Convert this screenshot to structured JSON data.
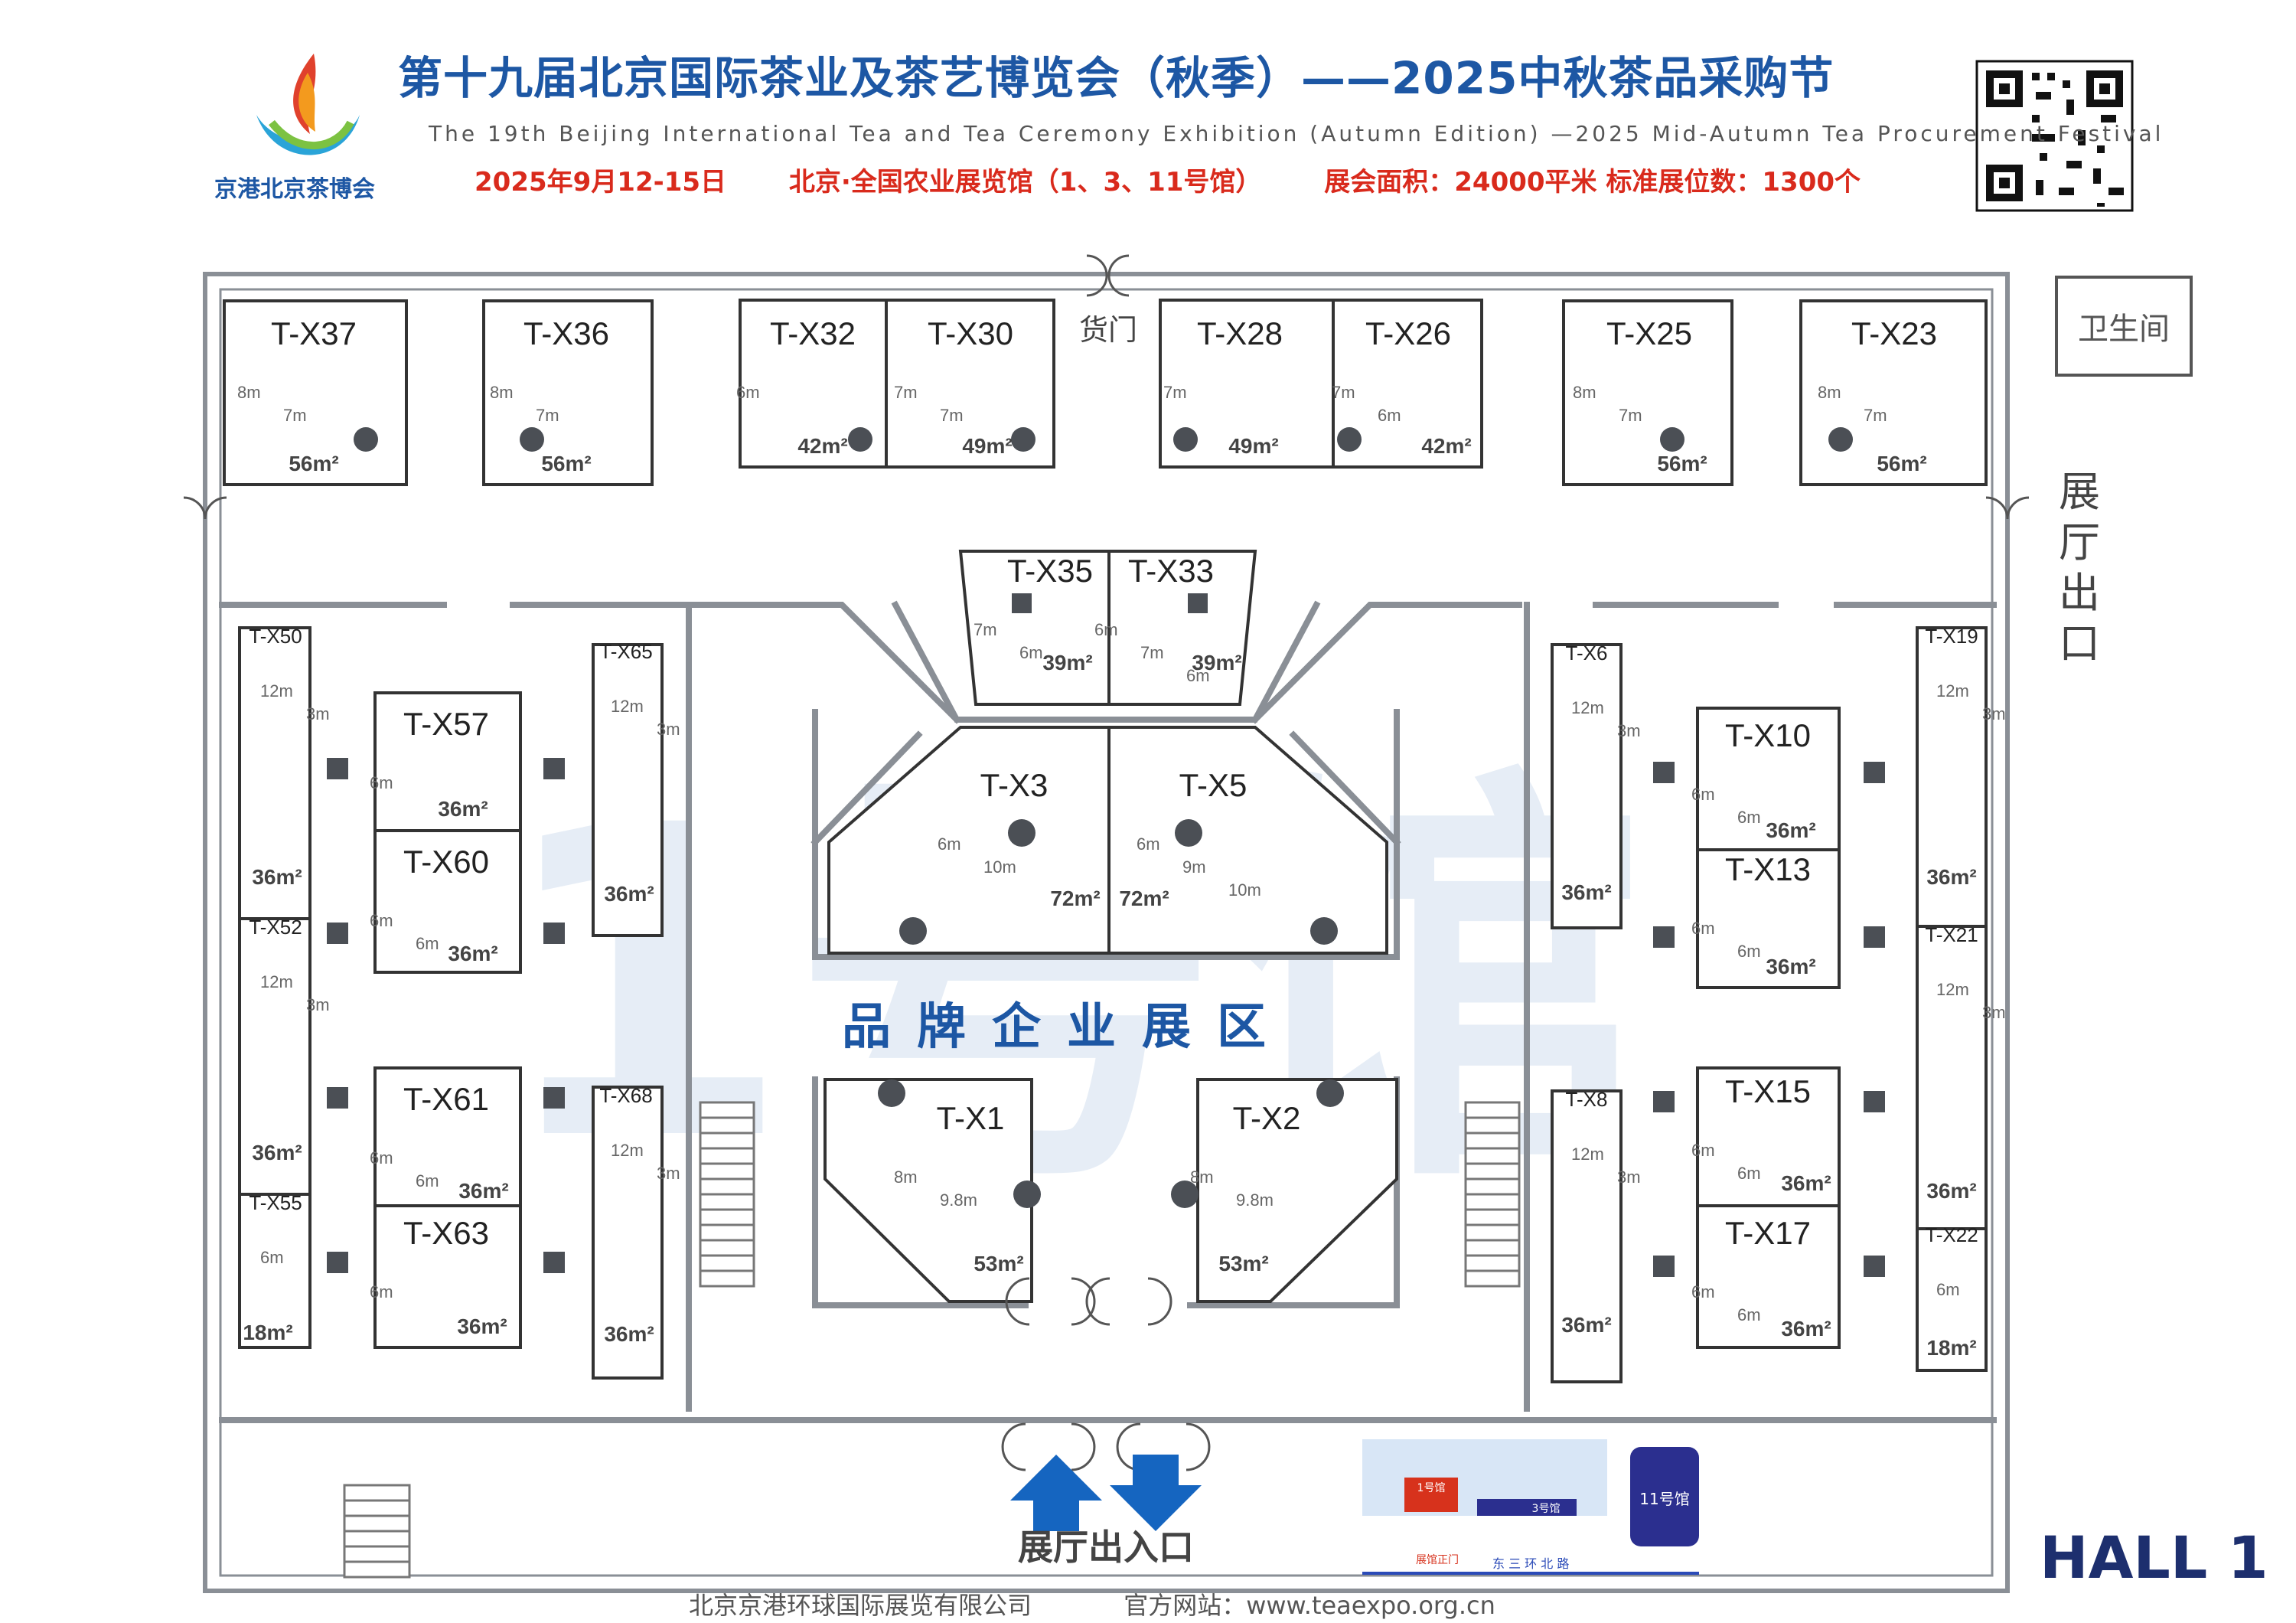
{
  "header": {
    "title": "第十九届北京国际茶业及茶艺博览会（秋季）——2025中秋茶品采购节",
    "subtitle": "The 19th Beijing International Tea and Tea Ceremony Exhibition (Autumn Edition) —2025 Mid-Autumn Tea Procurement Festival",
    "date": "2025年9月12-15日",
    "venue": "北京·全国农业展览馆（1、3、11号馆）",
    "area": "展会面积：24000平米  标准展位数：1300个",
    "brand": "京港北京茶博会"
  },
  "labels": {
    "cargo_door": "货门",
    "hall_exit": "展厅出口",
    "restroom": "卫生间",
    "zone": "品牌企业展区",
    "entrance": "展厅出入口",
    "hall_name": "HALL 1",
    "watermark": "1号馆"
  },
  "minimap": {
    "hall1": "1号馆",
    "hall3": "3号馆",
    "hall11": "11号馆",
    "main_gate": "展馆正门",
    "road": "东 三 环 北 路"
  },
  "footer": {
    "company": "北京京港环球国际展览有限公司",
    "website": "官方网站：www.teaexpo.org.cn"
  },
  "colors": {
    "title_blue": "#1d57a4",
    "info_red": "#d92a1c",
    "wall_gray": "#8a8f96",
    "arrow_blue": "#1565c0",
    "watermark": "#e6edf6"
  },
  "booths": [
    {
      "id": "T-X37",
      "area": "56m²",
      "dims": [
        "8m",
        "7m"
      ]
    },
    {
      "id": "T-X36",
      "area": "56m²",
      "dims": [
        "8m",
        "7m"
      ]
    },
    {
      "id": "T-X32",
      "area": "42m²",
      "dims": [
        "6m"
      ]
    },
    {
      "id": "T-X30",
      "area": "49m²",
      "dims": [
        "7m",
        "7m"
      ]
    },
    {
      "id": "T-X28",
      "area": "49m²",
      "dims": [
        "7m"
      ]
    },
    {
      "id": "T-X26",
      "area": "42m²",
      "dims": [
        "7m",
        "6m"
      ]
    },
    {
      "id": "T-X25",
      "area": "56m²",
      "dims": [
        "8m",
        "7m"
      ]
    },
    {
      "id": "T-X23",
      "area": "56m²",
      "dims": [
        "8m",
        "7m"
      ]
    },
    {
      "id": "T-X35",
      "area": "39m²",
      "dims": [
        "7m",
        "6m"
      ]
    },
    {
      "id": "T-X33",
      "area": "39m²",
      "dims": [
        "6m",
        "7m",
        "6m"
      ]
    },
    {
      "id": "T-X3",
      "area": "72m²",
      "dims": [
        "6m",
        "10m"
      ]
    },
    {
      "id": "T-X5",
      "area": "72m²",
      "dims": [
        "6m",
        "9m",
        "10m"
      ]
    },
    {
      "id": "T-X1",
      "area": "53m²",
      "dims": [
        "8m",
        "9.8m"
      ]
    },
    {
      "id": "T-X2",
      "area": "53m²",
      "dims": [
        "8m",
        "9.8m"
      ]
    },
    {
      "id": "T-X50",
      "area": "36m²",
      "dims": [
        "12m",
        "3m"
      ]
    },
    {
      "id": "T-X52",
      "area": "36m²",
      "dims": [
        "12m",
        "3m"
      ]
    },
    {
      "id": "T-X55",
      "area": "18m²",
      "dims": [
        "6m"
      ]
    },
    {
      "id": "T-X57",
      "area": "36m²",
      "dims": [
        "6m"
      ]
    },
    {
      "id": "T-X60",
      "area": "36m²",
      "dims": [
        "6m",
        "6m"
      ]
    },
    {
      "id": "T-X61",
      "area": "36m²",
      "dims": [
        "6m",
        "6m"
      ]
    },
    {
      "id": "T-X63",
      "area": "36m²",
      "dims": [
        "6m"
      ]
    },
    {
      "id": "T-X65",
      "area": "36m²",
      "dims": [
        "12m",
        "3m"
      ]
    },
    {
      "id": "T-X68",
      "area": "36m²",
      "dims": [
        "12m",
        "3m"
      ]
    },
    {
      "id": "T-X6",
      "area": "36m²",
      "dims": [
        "12m",
        "3m"
      ]
    },
    {
      "id": "T-X8",
      "area": "36m²",
      "dims": [
        "12m",
        "3m"
      ]
    },
    {
      "id": "T-X10",
      "area": "36m²",
      "dims": [
        "6m",
        "6m"
      ]
    },
    {
      "id": "T-X13",
      "area": "36m²",
      "dims": [
        "6m",
        "6m"
      ]
    },
    {
      "id": "T-X15",
      "area": "36m²",
      "dims": [
        "6m",
        "6m"
      ]
    },
    {
      "id": "T-X17",
      "area": "36m²",
      "dims": [
        "6m",
        "6m"
      ]
    },
    {
      "id": "T-X19",
      "area": "36m²",
      "dims": [
        "12m",
        "3m"
      ]
    },
    {
      "id": "T-X21",
      "area": "36m²",
      "dims": [
        "12m",
        "3m"
      ]
    },
    {
      "id": "T-X22",
      "area": "18m²",
      "dims": [
        "6m"
      ]
    }
  ]
}
